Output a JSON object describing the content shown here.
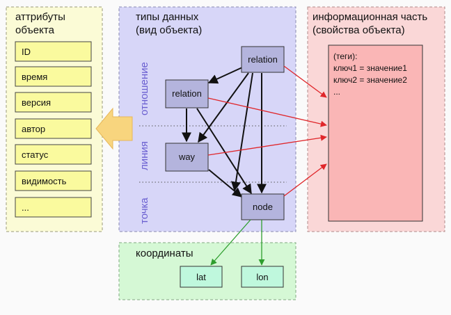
{
  "attributes": {
    "title_line1": "аттрибуты",
    "title_line2": "объекта",
    "items": [
      "ID",
      "время",
      "версия",
      "автор",
      "статус",
      "видимость",
      "..."
    ]
  },
  "types": {
    "title_line1": "типы данных",
    "title_line2": "(вид объекта)",
    "labels": {
      "relation_level": "отношение",
      "way_level": "линия",
      "node_level": "точка"
    },
    "nodes": {
      "relation_top": "relation",
      "relation": "relation",
      "way": "way",
      "node": "node"
    }
  },
  "info": {
    "title_line1": "информационная часть",
    "title_line2": "(свойства объекта)",
    "tags_header": "(теги):",
    "tags": [
      "ключ1 = значение1",
      "ключ2 = значение2",
      "..."
    ]
  },
  "coords": {
    "title": "координаты",
    "items": [
      "lat",
      "lon"
    ]
  },
  "colors": {
    "attributes_bg": "#fbfbd6",
    "types_bg": "#d7d6f8",
    "info_bg": "#fad7d7",
    "coords_bg": "#d5f8d5",
    "attr_item": "#fafa9e",
    "type_node": "#b4b4dd",
    "tags_box": "#fab6b6",
    "coord_item": "#bff8dd",
    "arrow_black": "#111111",
    "arrow_red": "#e0262a",
    "arrow_green": "#2e9e2e",
    "big_arrow": "#f8d57e"
  }
}
